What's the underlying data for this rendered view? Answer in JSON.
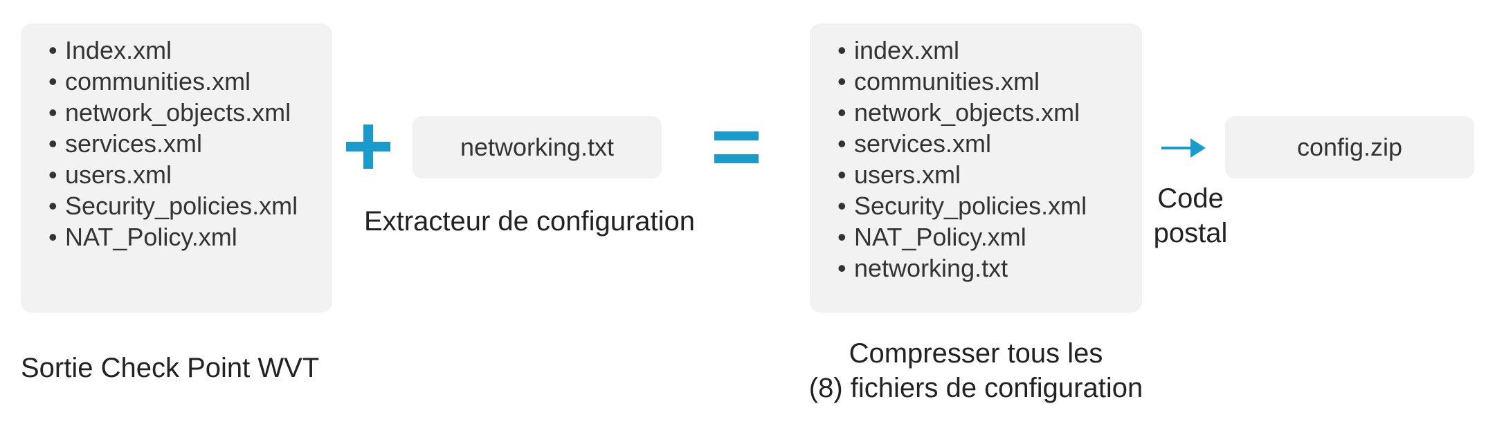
{
  "left_box": {
    "files": [
      "Index.xml",
      "communities.xml",
      "network_objects.xml",
      "services.xml",
      "users.xml",
      "Security_policies.xml",
      "NAT_Policy.xml"
    ],
    "caption": "Sortie Check Point WVT"
  },
  "operator_plus": "plus-icon",
  "middle": {
    "file": "networking.txt",
    "caption": "Extracteur de configuration"
  },
  "operator_equals": "equals-icon",
  "right_box": {
    "files": [
      "index.xml",
      "communities.xml",
      "network_objects.xml",
      "services.xml",
      "users.xml",
      "Security_policies.xml",
      "NAT_Policy.xml",
      "networking.txt"
    ],
    "caption_line1": "Compresser tous les",
    "caption_line2": "(8) fichiers de configuration"
  },
  "operator_arrow": "arrow-right-icon",
  "arrow_caption_line1": "Code",
  "arrow_caption_line2": "postal",
  "output": {
    "file": "config.zip"
  },
  "colors": {
    "accent": "#1a9bcc",
    "box_bg": "#f2f2f2",
    "text": "#333333"
  }
}
